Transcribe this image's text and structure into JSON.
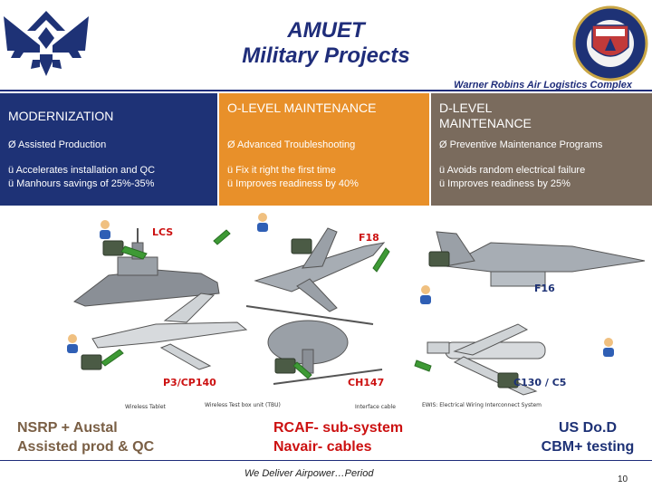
{
  "header": {
    "title_line1": "AMUET",
    "title_line2": "Military Projects",
    "subtitle": "Warner Robins Air Logistics Complex"
  },
  "columns": [
    {
      "heading": "MODERNIZATION",
      "line1": "Ø Assisted Production",
      "line2a": "ü Accelerates installation and QC",
      "line2b": "ü Manhours savings of 25%-35%",
      "color": "#1e3276"
    },
    {
      "heading": "O-LEVEL MAINTENANCE",
      "line1": "Ø Advanced Troubleshooting",
      "line2a": "ü Fix it right the first time",
      "line2b": "ü Improves readiness by 40%",
      "color": "#e8902a"
    },
    {
      "heading": "D-LEVEL MAINTENANCE",
      "line1": "Ø Preventive Maintenance Programs",
      "line2a": "ü Avoids random electrical failure",
      "line2b": "ü Improves readiness by 25%",
      "color": "#7a6b5d"
    }
  ],
  "diagram": {
    "labels": {
      "lcs": "LCS",
      "f18": "F18",
      "f16": "F16",
      "p3": "P3/CP140",
      "ch147": "CH147",
      "c130": "C130 / C5"
    },
    "small_labels": {
      "tablet": "Wireless Tablet",
      "tbu": "Wireless Test box unit (TBU)",
      "cable": "Interface cable",
      "ewis": "EWIS: Electrical Wiring Interconnect System"
    }
  },
  "captions": {
    "left_line1": "NSRP + Austal",
    "left_line2": "Assisted prod & QC",
    "mid_line1": "RCAF- sub-system",
    "mid_line2": "Navair- cables",
    "right_line1": "US Do.D",
    "right_line2": "CBM+ testing"
  },
  "footer": {
    "tagline": "We Deliver Airpower…Period",
    "page_number": "10"
  },
  "colors": {
    "brand_blue": "#1f2d7a",
    "orange": "#e8902a",
    "brown": "#7a6b5d",
    "caption_brown": "#7a5f45",
    "red": "#cc1111"
  }
}
